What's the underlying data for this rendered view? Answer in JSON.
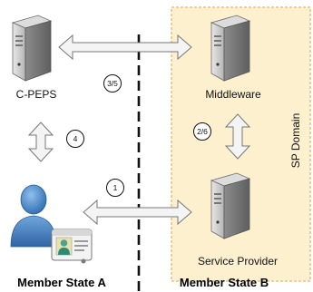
{
  "nodes": {
    "c_peps": "C-PEPS",
    "middleware": "Middleware",
    "service_provider": "Service Provider"
  },
  "domain_label": "SP Domain",
  "regions": {
    "member_state_a": "Member State A",
    "member_state_b": "Member State B"
  },
  "steps": {
    "step_1": "1",
    "step_3_5": "3/5",
    "step_4": "4",
    "step_2_6": "2/6"
  },
  "colors": {
    "domain_fill": "#fdf0cf",
    "domain_border": "#e6b86a",
    "arrow_fill": "#f4f4f4",
    "arrow_stroke": "#777777",
    "user": "#4a86c8"
  }
}
